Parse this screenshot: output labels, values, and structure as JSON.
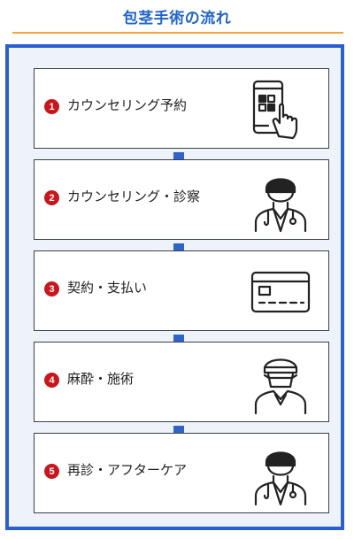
{
  "title": "包茎手術の流れ",
  "colors": {
    "accent": "#2364c9",
    "frame": "#2a5fd0",
    "underline": "#f2a23a",
    "number_badge": "#c8161d",
    "arrow": "#2f63c8"
  },
  "steps": [
    {
      "number": "1",
      "label": "カウンセリング予約",
      "icon": "smartphone-tap-icon"
    },
    {
      "number": "2",
      "label": "カウンセリング・診察",
      "icon": "doctor-icon"
    },
    {
      "number": "3",
      "label": "契約・支払い",
      "icon": "credit-card-icon"
    },
    {
      "number": "4",
      "label": "麻酔・施術",
      "icon": "surgeon-icon"
    },
    {
      "number": "5",
      "label": "再診・アフターケア",
      "icon": "doctor-icon"
    }
  ]
}
